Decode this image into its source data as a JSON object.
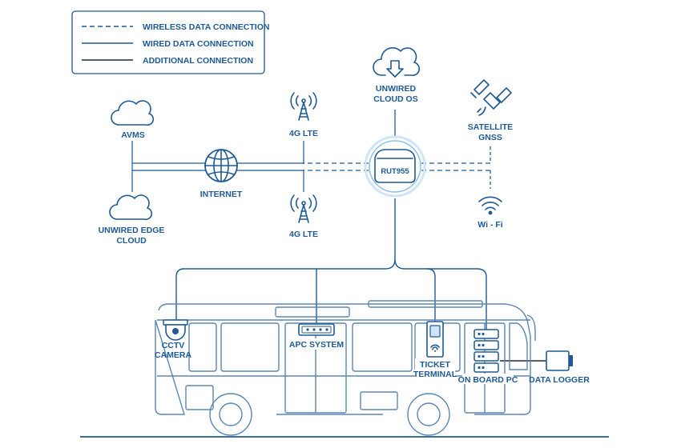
{
  "legend": {
    "wireless": "WIRELESS DATA CONNECTION",
    "wired": "WIRED DATA CONNECTION",
    "additional": "ADDITIONAL CONNECTION"
  },
  "nodes": {
    "cloud_os": [
      "UNWIRED",
      "CLOUD OS"
    ],
    "avms": "AVMS",
    "internet": "INTERNET",
    "lte_top": "4G LTE",
    "lte_bottom": "4G LTE",
    "edge_cloud": [
      "UNWIRED EDGE",
      "CLOUD"
    ],
    "router": "RUT955",
    "satellite": [
      "SATELLITE",
      "GNSS"
    ],
    "wifi": "Wi - Fi",
    "cctv": [
      "CCTV",
      "CAMERA"
    ],
    "apc": "APC SYSTEM",
    "ticket": [
      "TICKET",
      "TERMINAL"
    ],
    "onboard_pc": "ON BOARD PC",
    "data_logger": "DATA LOGGER"
  },
  "colors": {
    "primary": "#1f5a96",
    "bus_outline": "#5b86b5",
    "glow": "#cfe4f7"
  }
}
